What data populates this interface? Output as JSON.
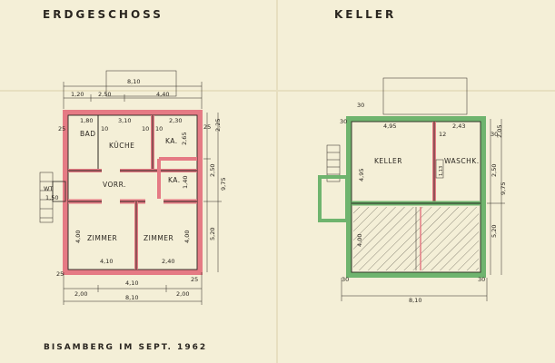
{
  "titles": {
    "ground_floor": "ERDGESCHOSS",
    "basement": "KELLER",
    "footer": "BISAMBERG IM SEPT. 1962"
  },
  "ground_floor": {
    "rooms": {
      "bad": "BAD",
      "kueche": "KÜCHE",
      "ka_top": "KA.",
      "ka_mid": "KA.",
      "vorr": "VORR.",
      "zimmer_left": "ZIMMER",
      "zimmer_right": "ZIMMER",
      "wt": "WT"
    },
    "dims": {
      "top_total": "8,10",
      "top_left": "1,20",
      "top_mid": "2,50",
      "top_right": "4,40",
      "in_180": "1,80",
      "in_310": "3,10",
      "in_230": "2,30",
      "in_10a": "10",
      "in_10b": "10",
      "in_10c": "10",
      "in_265": "2,65",
      "in_25a": "25",
      "in_25b": "25",
      "right_225": "2,25",
      "right_250": "2,50",
      "right_975": "9,75",
      "right_520": "5,20",
      "ka_410": "1,40",
      "wt_150": "1,50",
      "z_400a": "4,00",
      "z_400b": "4,00",
      "z_410": "4,10",
      "z_240": "2,40",
      "bottom_200a": "2,00",
      "bottom_410": "4,10",
      "bottom_200b": "2,00",
      "bottom_total": "8,10",
      "b_25a": "25",
      "b_25b": "25"
    }
  },
  "basement": {
    "rooms": {
      "keller": "KELLER",
      "waschk": "WASCHK."
    },
    "dims": {
      "top_495": "4,95",
      "top_243": "2,43",
      "top_30a": "30",
      "top_30b": "30",
      "in_12": "12",
      "in_30": "30",
      "in_495v": "4,95",
      "in_205": "2,05",
      "in_250": "2,50",
      "right_975": "9,75",
      "right_520": "5,20",
      "small_313": "1,13",
      "bottom_810": "8,10",
      "bottom_30": "30",
      "left_30": "30",
      "hatch_400": "4,00"
    }
  },
  "colors": {
    "paper": "#f4efd7",
    "ink": "#2a2620",
    "ground_wall": "#e57a84",
    "basement_wall": "#6fb46e"
  }
}
